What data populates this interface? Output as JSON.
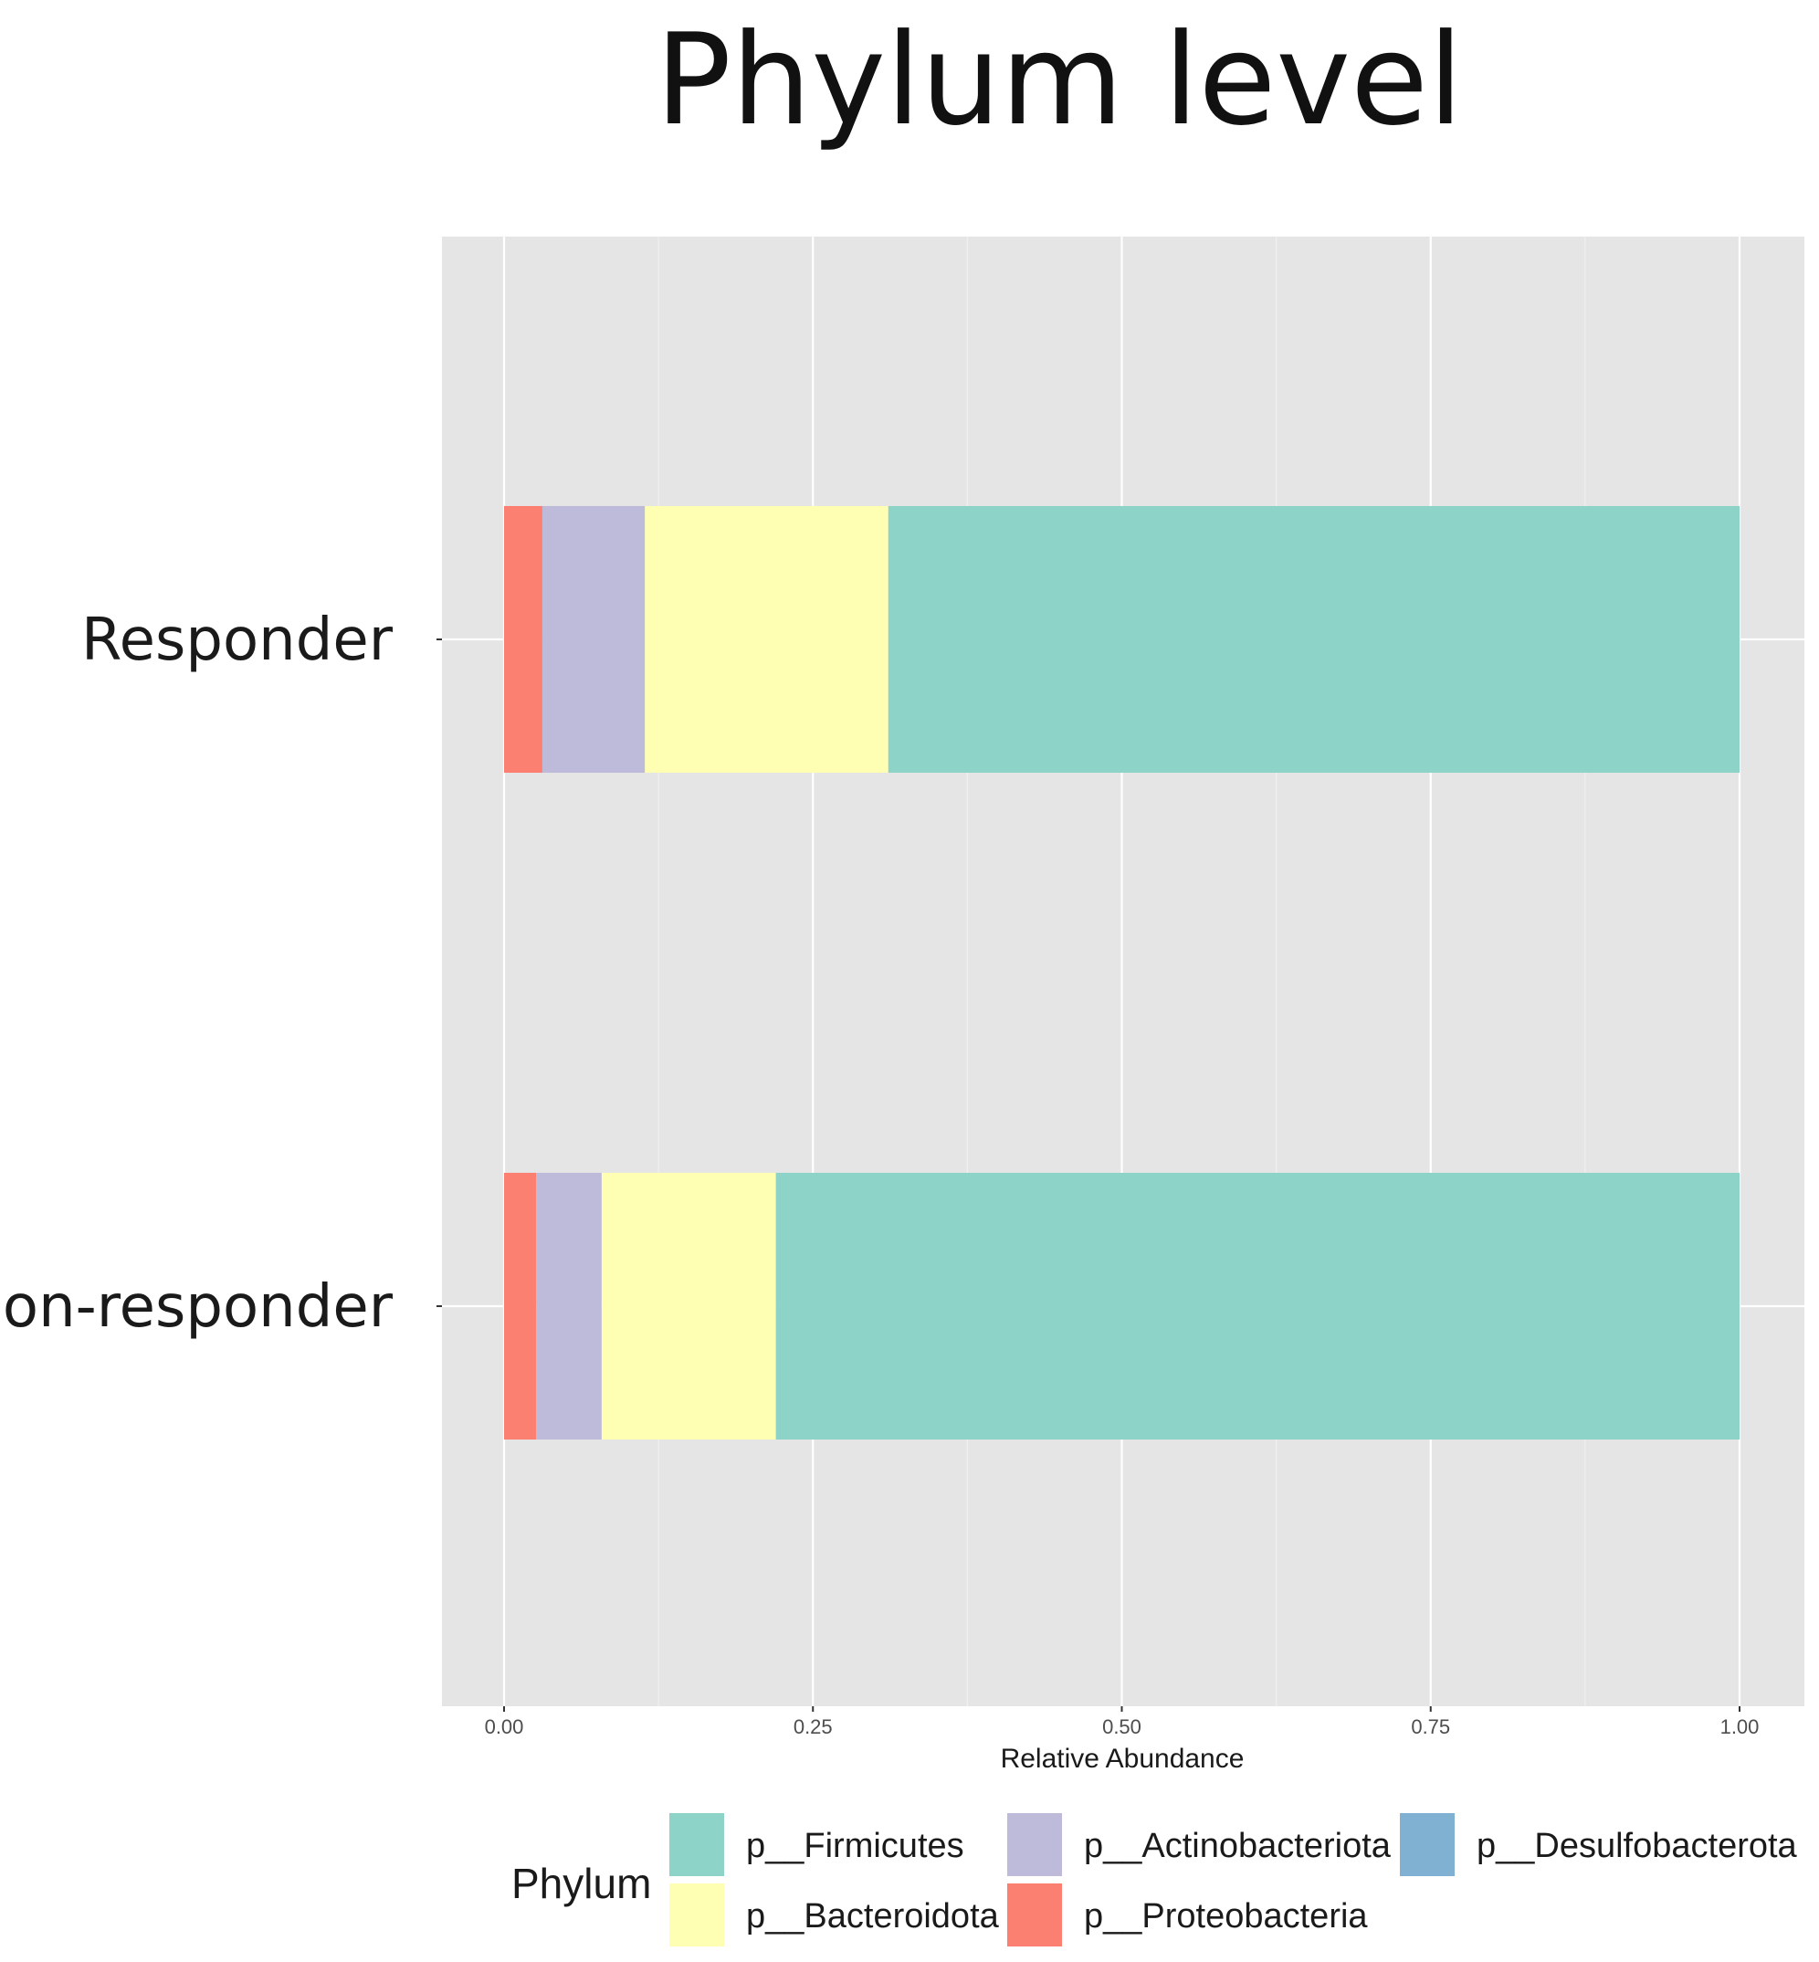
{
  "chart_data": {
    "type": "bar",
    "orientation": "horizontal",
    "stacked": true,
    "title": "Phylum level",
    "xlabel": "Relative Abundance",
    "ylabel": "",
    "xlim": [
      0,
      1
    ],
    "x_ticks": [
      "0.00",
      "0.25",
      "0.50",
      "0.75",
      "1.00"
    ],
    "grid": true,
    "legend_placement": "bottom",
    "categories": [
      "Responder",
      "Non-responder"
    ],
    "series": [
      {
        "name": "p__Proteobacteria",
        "color": "#FB8072",
        "values": [
          0.031,
          0.026
        ]
      },
      {
        "name": "p__Actinobacteriota",
        "color": "#BEBADA",
        "values": [
          0.083,
          0.053
        ]
      },
      {
        "name": "p__Bacteroidota",
        "color": "#FFFFB3",
        "values": [
          0.197,
          0.141
        ]
      },
      {
        "name": "p__Firmicutes",
        "color": "#8DD3C7",
        "values": [
          0.689,
          0.78
        ]
      },
      {
        "name": "p__Desulfobacterota",
        "color": "#80B1D3",
        "values": [
          0.0,
          0.0
        ]
      }
    ],
    "legend": {
      "title": "Phylum",
      "entries": [
        {
          "name": "p__Firmicutes",
          "color": "#8DD3C7"
        },
        {
          "name": "p__Bacteroidota",
          "color": "#FFFFB3"
        },
        {
          "name": "p__Actinobacteriota",
          "color": "#BEBADA"
        },
        {
          "name": "p__Proteobacteria",
          "color": "#FB8072"
        },
        {
          "name": "p__Desulfobacterota",
          "color": "#80B1D3"
        }
      ]
    }
  }
}
